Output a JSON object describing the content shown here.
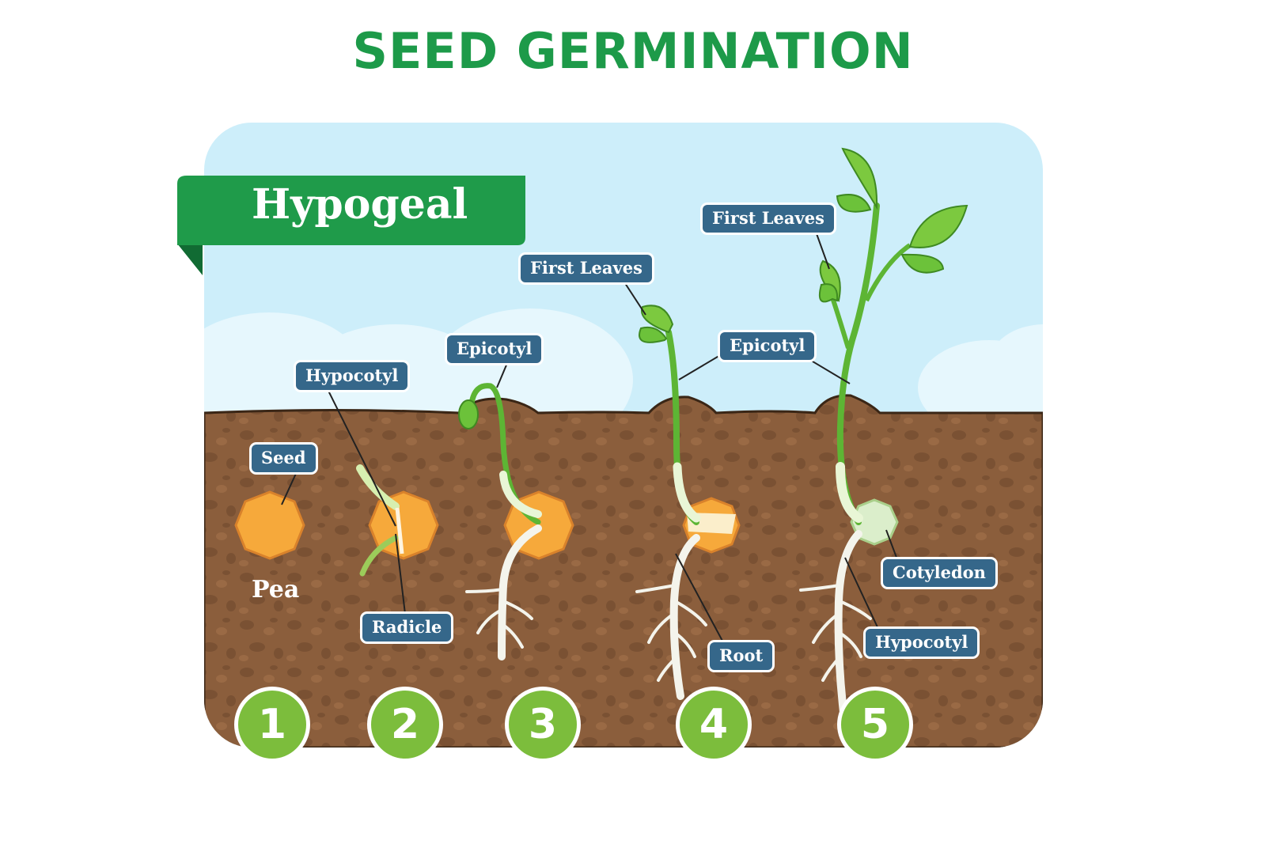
{
  "title": "SEED GERMINATION",
  "banner": "Hypogeal",
  "pea_caption": "Pea",
  "labels": {
    "seed": "Seed",
    "hypocotyl_2": "Hypocotyl",
    "radicle": "Radicle",
    "epicotyl_3": "Epicotyl",
    "first_leaves_4": "First Leaves",
    "epicotyl_45": "Epicotyl",
    "root": "Root",
    "first_leaves_5": "First Leaves",
    "cotyledon": "Cotyledon",
    "hypocotyl_5": "Hypocotyl"
  },
  "stages": [
    "1",
    "2",
    "3",
    "4",
    "5"
  ],
  "colors": {
    "title_green": "#1d9a49",
    "sky": "#cdeefa",
    "soil": "#8b5e3c",
    "label_bg": "#35678a",
    "stage_badge": "#7cbd3c",
    "seed": "#f6a93b"
  }
}
